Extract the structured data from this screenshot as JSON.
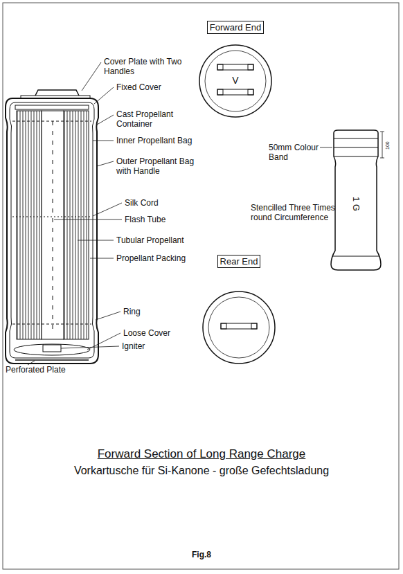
{
  "diagram": {
    "title": "Forward Section of Long Range Charge",
    "caption": "Fig.8",
    "nodes": [
      {
        "text": [
          "Forward End",
          "V"
        ]
      },
      {
        "text": [
          "1 G"
        ]
      },
      {
        "text": [
          "Rear End"
        ]
      }
    ],
    "labels": [
      "Cover Plate with Two Handles",
      "Fixed Cover",
      "Cast Propellant Container",
      "Inner Propellant Bag",
      "Outer Propellant Bag with Handle",
      "Silk Cord",
      "Flash Tube",
      "Tubular Propellant",
      "Propellant Packing",
      "Ring",
      "Loose Cover",
      "Igniter",
      "Perforated Plate",
      "50mm Colour Band",
      "Stencilled Three Times round Circumference",
      "100",
      "Vorkartusche für Si-Kanone - große Gefechtsladung"
    ]
  }
}
